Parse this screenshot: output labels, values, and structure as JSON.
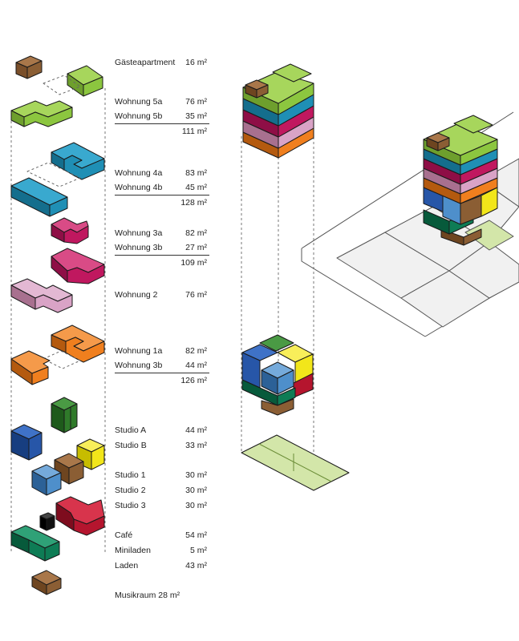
{
  "colors": {
    "brown": "#8B5E34",
    "light_green": "#8CC63F",
    "teal": "#1F8FB5",
    "magenta": "#C0185F",
    "pink": "#D9A3C6",
    "orange": "#F07F1E",
    "dark_green": "#2F7A2A",
    "blue": "#2756A8",
    "yellow": "#F2E61A",
    "light_blue": "#4E8FCB",
    "red": "#B5152E",
    "black": "#111111",
    "emerald": "#0E7C55",
    "pale_green": "#D3E6A9",
    "site_grey": "#F1F1F1"
  },
  "legend": [
    {
      "id": "gaesteapartment",
      "name": "Gästeapartment",
      "area": "16 m²"
    },
    {
      "id": "wohnung-5a",
      "name": "Wohnung 5a",
      "area": "76 m²"
    },
    {
      "id": "wohnung-5b",
      "name": "Wohnung 5b",
      "area": "35 m²"
    },
    {
      "id": "total-5",
      "name": "",
      "area": "111 m²"
    },
    {
      "id": "wohnung-4a",
      "name": "Wohnung 4a",
      "area": "83 m²"
    },
    {
      "id": "wohnung-4b",
      "name": "Wohnung 4b",
      "area": "45 m²"
    },
    {
      "id": "total-4",
      "name": "",
      "area": "128 m²"
    },
    {
      "id": "wohnung-3a",
      "name": "Wohnung 3a",
      "area": "82 m²"
    },
    {
      "id": "wohnung-3b",
      "name": "Wohnung 3b",
      "area": "27 m²"
    },
    {
      "id": "total-3",
      "name": "",
      "area": "109 m²"
    },
    {
      "id": "wohnung-2",
      "name": "Wohnung 2",
      "area": "76 m²"
    },
    {
      "id": "wohnung-1a",
      "name": "Wohnung 1a",
      "area": "82 m²"
    },
    {
      "id": "wohnung-1b",
      "name": "Wohnung 3b",
      "area": "44 m²"
    },
    {
      "id": "total-1",
      "name": "",
      "area": "126 m²"
    },
    {
      "id": "studio-a",
      "name": "Studio A",
      "area": "44 m²"
    },
    {
      "id": "studio-b",
      "name": "Studio B",
      "area": "33 m²"
    },
    {
      "id": "studio-1",
      "name": "Studio 1",
      "area": "30 m²"
    },
    {
      "id": "studio-2",
      "name": "Studio 2",
      "area": "30 m²"
    },
    {
      "id": "studio-3",
      "name": "Studio 3",
      "area": "30 m²"
    },
    {
      "id": "cafe",
      "name": "Café",
      "area": "54 m²"
    },
    {
      "id": "miniladen",
      "name": "Miniladen",
      "area": "5 m²"
    },
    {
      "id": "laden",
      "name": "Laden",
      "area": "43 m²"
    },
    {
      "id": "musikraum",
      "name": "Musikraum 28 m²",
      "area": ""
    }
  ]
}
